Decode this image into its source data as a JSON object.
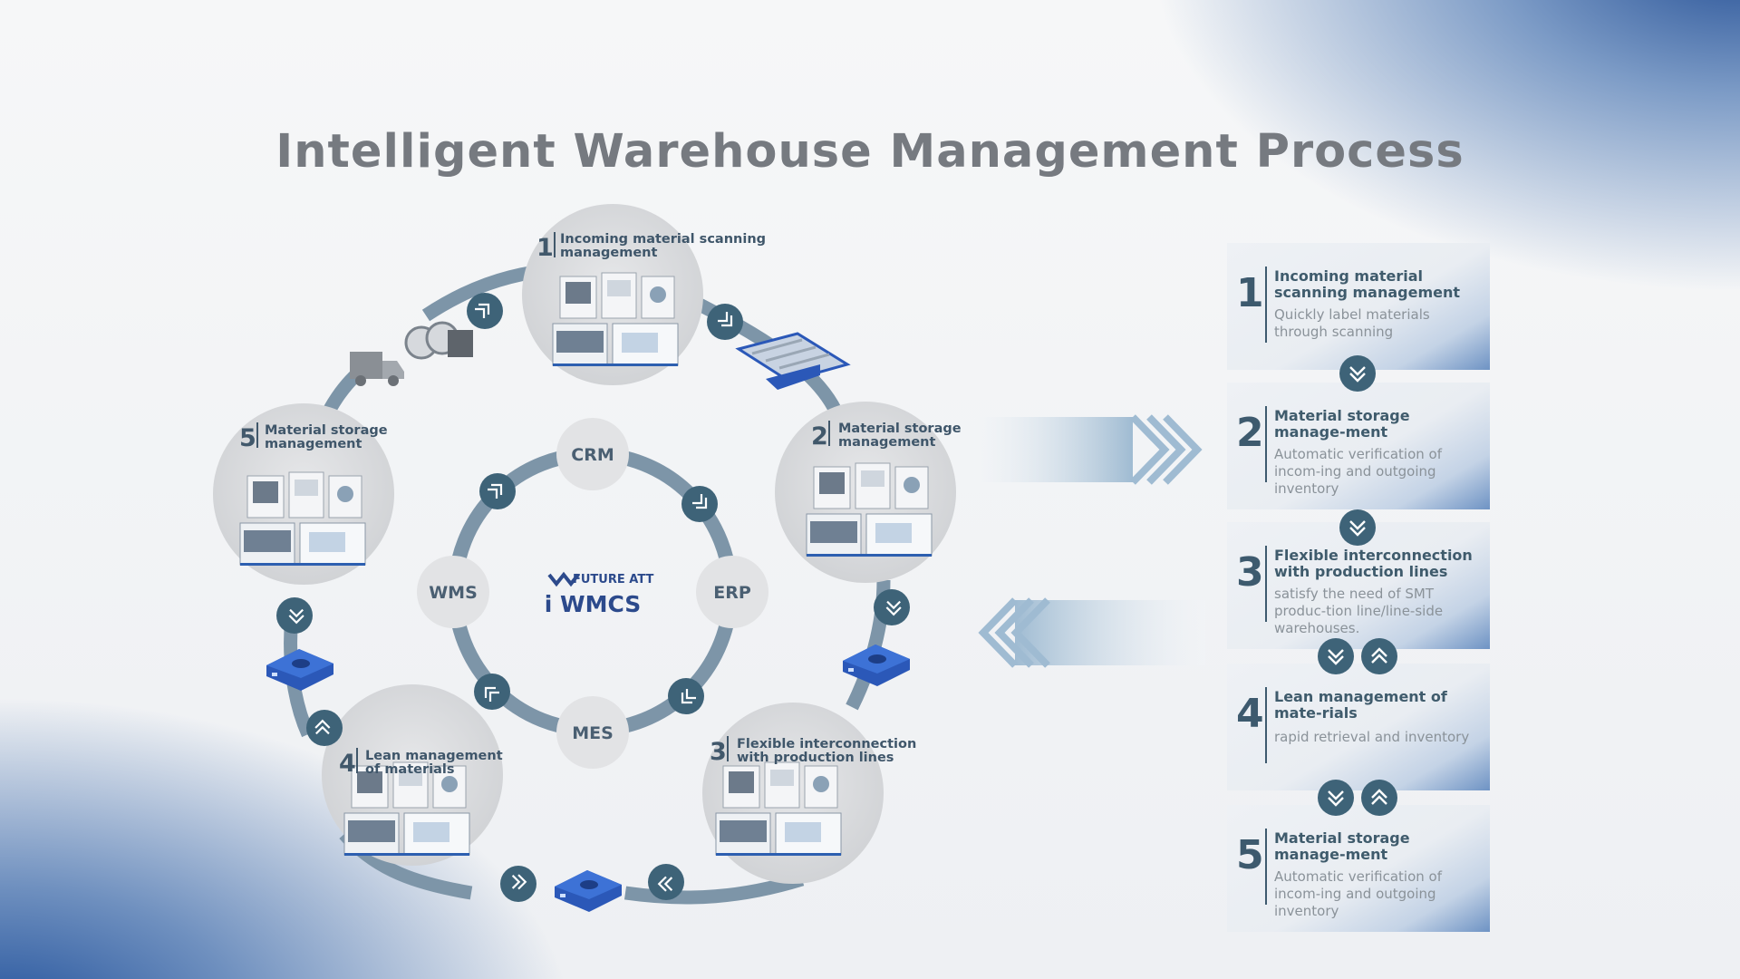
{
  "title": "Intelligent Warehouse Management Process",
  "hub": {
    "brand": "FUTURE ATT",
    "product": "i WMCS",
    "nodes": [
      "CRM",
      "ERP",
      "MES",
      "WMS"
    ]
  },
  "stations": [
    {
      "number": "1",
      "line1": "Incoming material scanning",
      "line2": "management"
    },
    {
      "number": "2",
      "line1": "Material storage",
      "line2": "management"
    },
    {
      "number": "3",
      "line1": "Flexible interconnection",
      "line2": "with production lines"
    },
    {
      "number": "4",
      "line1": "Lean management",
      "line2": "of materials"
    },
    {
      "number": "5",
      "line1": "Material storage",
      "line2": "management"
    }
  ],
  "cards": [
    {
      "number": "1",
      "title": "Incoming material scanning management",
      "desc": "Quickly label materials through scanning"
    },
    {
      "number": "2",
      "title": "Material storage manage-ment",
      "desc": "Automatic verification of incom-ing and outgoing inventory"
    },
    {
      "number": "3",
      "title": "Flexible interconnection with production lines",
      "desc": "satisfy the need of SMT produc-tion line/line-side warehouses."
    },
    {
      "number": "4",
      "title": "Lean management of mate-rials",
      "desc": "rapid retrieval and inventory"
    },
    {
      "number": "5",
      "title": "Material storage manage-ment",
      "desc": "Automatic verification of incom-ing and outgoing inventory"
    }
  ],
  "colors": {
    "title": "#767a80",
    "ring": "#7d95a8",
    "chevron_badge": "#3e6378",
    "card_text": "#3f5b6c",
    "accent_blue": "#2c4a8c"
  }
}
